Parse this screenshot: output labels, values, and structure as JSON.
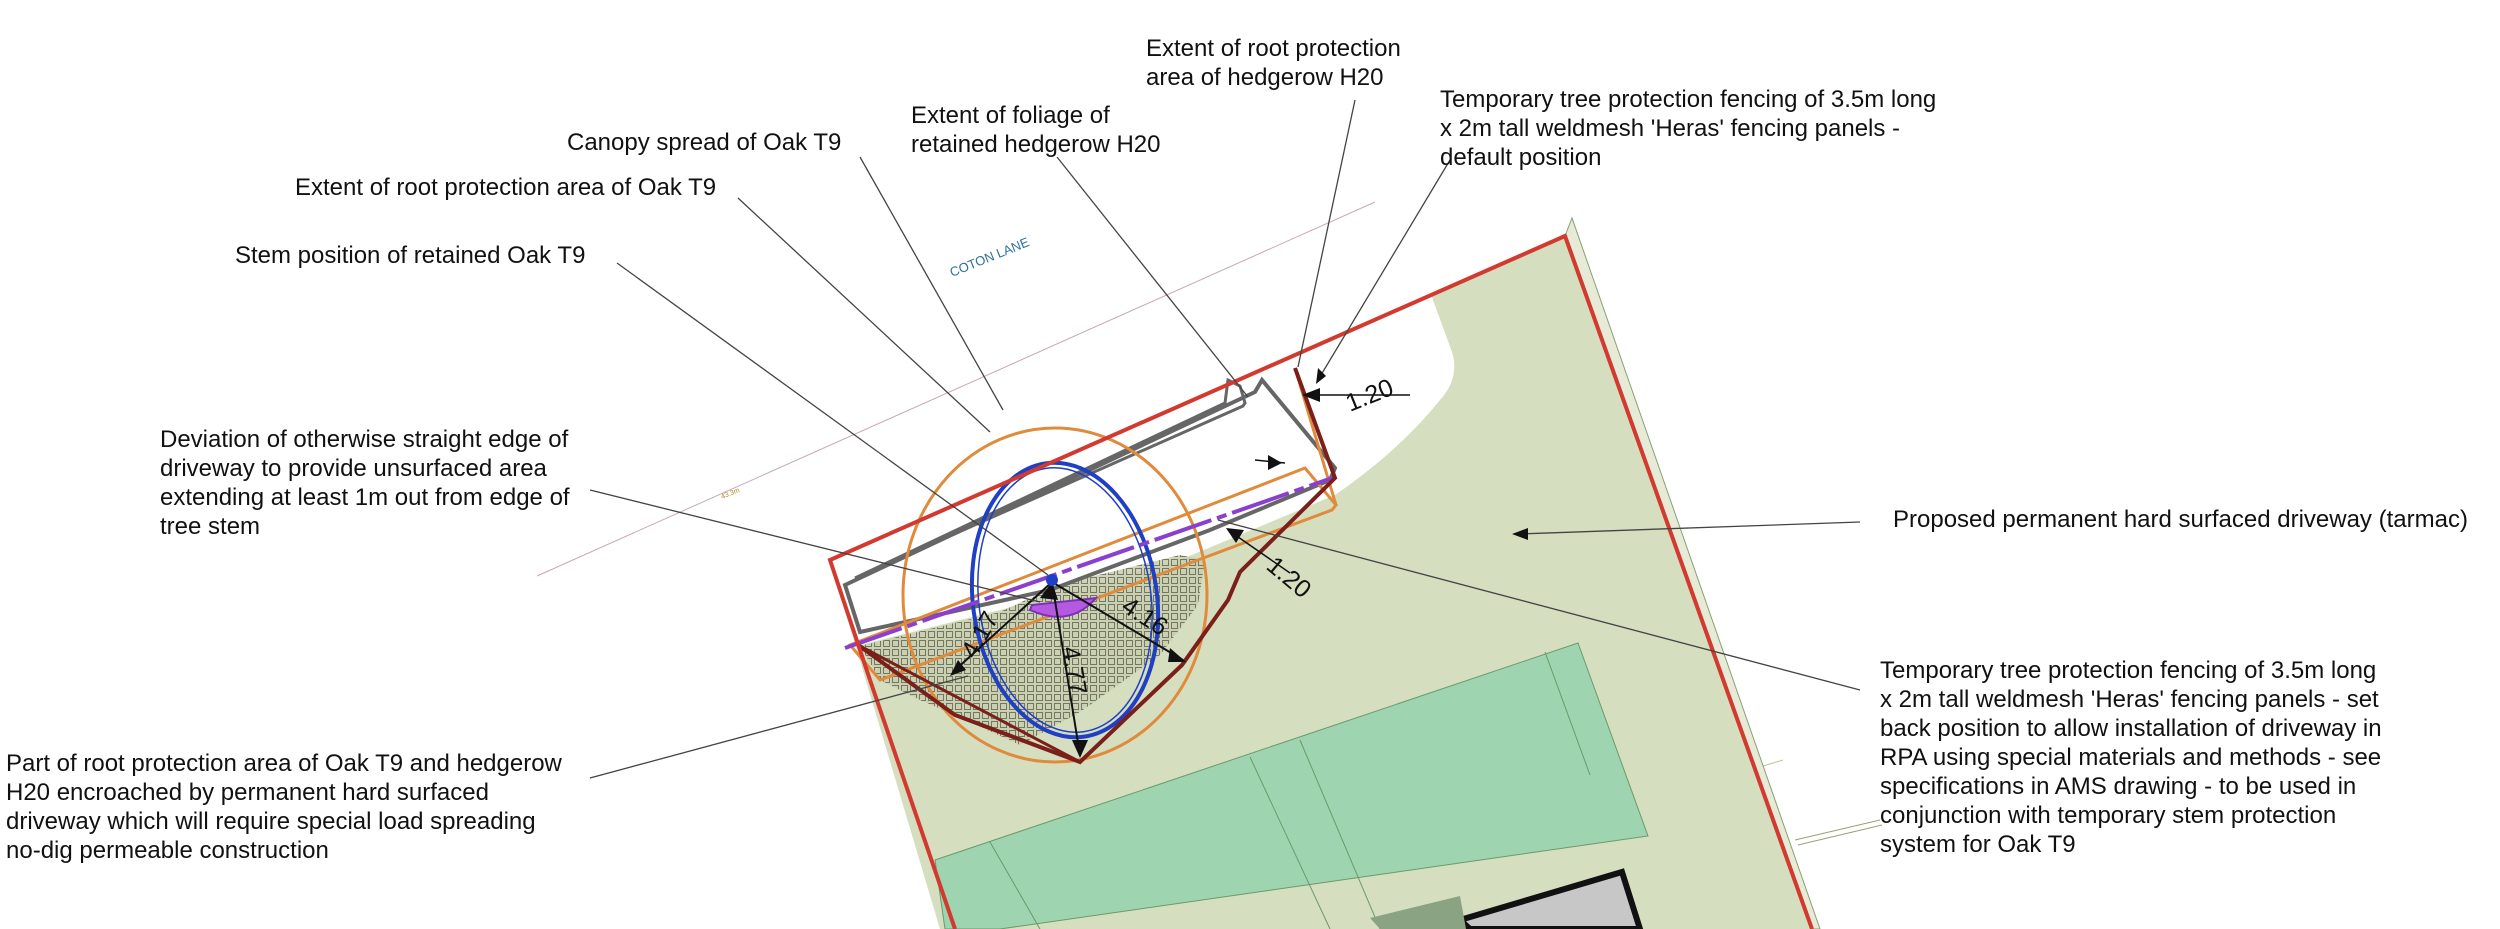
{
  "street_label": "COTON LANE",
  "labels": {
    "rpa_h20": [
      "Extent of root protection",
      "area of hedgerow H20"
    ],
    "fencing_default": [
      "Temporary tree protection fencing of 3.5m long",
      "x 2m tall weldmesh 'Heras' fencing panels -",
      "default position"
    ],
    "foliage_h20": [
      "Extent of foliage of",
      "retained hedgerow H20"
    ],
    "canopy_t9": [
      "Canopy spread of Oak T9"
    ],
    "rpa_t9": [
      "Extent of root protection area of Oak T9"
    ],
    "stem_t9": [
      "Stem position of retained Oak T9"
    ],
    "deviation": [
      "Deviation of otherwise straight edge of",
      "driveway to provide unsurfaced area",
      "extending at least 1m out from edge of",
      "tree stem"
    ],
    "driveway": [
      "Proposed permanent hard surfaced driveway (tarmac)"
    ],
    "fencing_setback": [
      "Temporary tree protection fencing of 3.5m long",
      "x 2m tall weldmesh 'Heras' fencing panels - set",
      "back position to allow installation of driveway in",
      "RPA using special materials and methods - see",
      "specifications in AMS drawing - to be used in",
      "conjunction with temporary stem protection",
      "system for Oak T9"
    ],
    "encroached": [
      "Part of root protection area of Oak T9 and hedgerow",
      "H20 encroached by permanent hard surfaced",
      "driveway which will require special load spreading",
      "no-dig permeable construction"
    ]
  },
  "dimensions": {
    "d_top": "1.20",
    "d_mid": "1.20",
    "r1": "4.17",
    "r2": "4.16",
    "r3": "4.77"
  },
  "colors": {
    "site_boundary": "#d23a2f",
    "site_fill": "#d6dec0",
    "plot_fill": "#9fd4b0",
    "tree_canopy": "#1f3fc4",
    "root_protection": "#e08a3c",
    "hedgerow_foliage": "#666666",
    "fence_setback": "#7a1f1a",
    "driveway_edge": "#8a3fd0",
    "deviation_fill": "#b35ae0",
    "leader_line": "#444444"
  }
}
